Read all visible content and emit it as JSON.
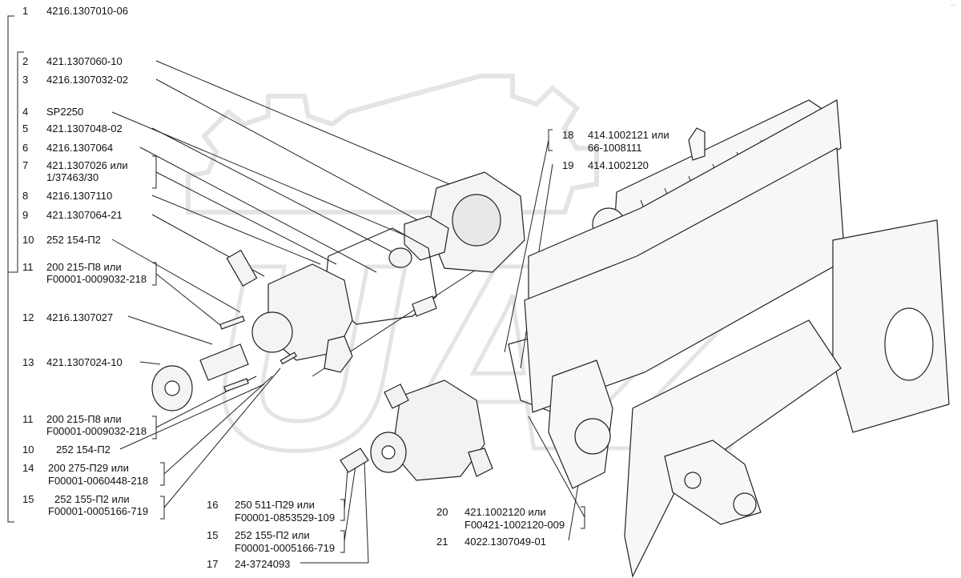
{
  "corner_mark": "…",
  "watermark": "UAZ",
  "callouts": [
    {
      "num": "1",
      "parts": [
        "4216.1307010-06"
      ]
    },
    {
      "num": "2",
      "parts": [
        "421.1307060-10"
      ]
    },
    {
      "num": "3",
      "parts": [
        "4216.1307032-02"
      ]
    },
    {
      "num": "4",
      "parts": [
        "SP2250"
      ]
    },
    {
      "num": "5",
      "parts": [
        "421.1307048-02"
      ]
    },
    {
      "num": "6",
      "parts": [
        "4216.1307064"
      ]
    },
    {
      "num": "7",
      "parts": [
        "421.1307026 или",
        "1/37463/30"
      ]
    },
    {
      "num": "8",
      "parts": [
        "4216.1307110"
      ]
    },
    {
      "num": "9",
      "parts": [
        "421.1307064-21"
      ]
    },
    {
      "num": "10",
      "parts": [
        "252 154-П2"
      ]
    },
    {
      "num": "11",
      "parts": [
        "200 215-П8 или",
        "F00001-0009032-218"
      ]
    },
    {
      "num": "12",
      "parts": [
        "4216.1307027"
      ]
    },
    {
      "num": "13",
      "parts": [
        "421.1307024-10"
      ]
    },
    {
      "num": "11",
      "parts": [
        "200 215-П8 или",
        "F00001-0009032-218"
      ]
    },
    {
      "num": "10",
      "parts": [
        "252 154-П2"
      ]
    },
    {
      "num": "14",
      "parts": [
        "200 275-П29 или",
        "F00001-0060448-218"
      ]
    },
    {
      "num": "15",
      "parts": [
        "252 155-П2 или",
        "F00001-0005166-719"
      ]
    },
    {
      "num": "16",
      "parts": [
        "250 511-П29 или",
        "F00001-0853529-109"
      ]
    },
    {
      "num": "15",
      "parts": [
        "252 155-П2 или",
        "F00001-0005166-719"
      ]
    },
    {
      "num": "17",
      "parts": [
        "24-3724093"
      ]
    },
    {
      "num": "18",
      "parts": [
        "414.1002121 или",
        "66-1008111"
      ]
    },
    {
      "num": "19",
      "parts": [
        "414.1002120"
      ]
    },
    {
      "num": "20",
      "parts": [
        "421.1002120 или",
        "F00421-1002120-009"
      ]
    },
    {
      "num": "21",
      "parts": [
        "4022.1307049-01"
      ]
    }
  ]
}
